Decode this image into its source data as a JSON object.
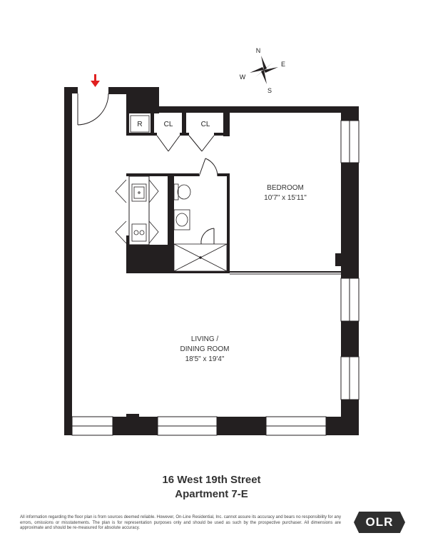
{
  "rooms": {
    "bedroom": {
      "name": "BEDROOM",
      "dims": "10'7\" x 15'11\""
    },
    "living": {
      "name_line1": "LIVING /",
      "name_line2": "DINING ROOM",
      "dims": "18'5\" x 19'4\""
    }
  },
  "fixtures": {
    "refrigerator": "R",
    "closet_1": "CL",
    "closet_2": "CL"
  },
  "compass": {
    "north": "N",
    "east": "E",
    "south": "S",
    "west": "W"
  },
  "address": {
    "line1": "16 West 19th Street",
    "line2": "Apartment 7-E"
  },
  "disclaimer": "All information regarding the floor plan is from sources deemed reliable. However, On-Line Residential, Inc. cannot assure its accuracy and bears no responsibility for any errors, omissions or misstatements. The plan is for representation purposes only and should be used as such by the prospective purchaser. All dimensions are approximate and should be re-measured for absolute accuracy.",
  "logo": {
    "text": "OLR"
  },
  "colors": {
    "wall": "#231f20",
    "entry_arrow": "#e02020",
    "background": "#ffffff"
  }
}
